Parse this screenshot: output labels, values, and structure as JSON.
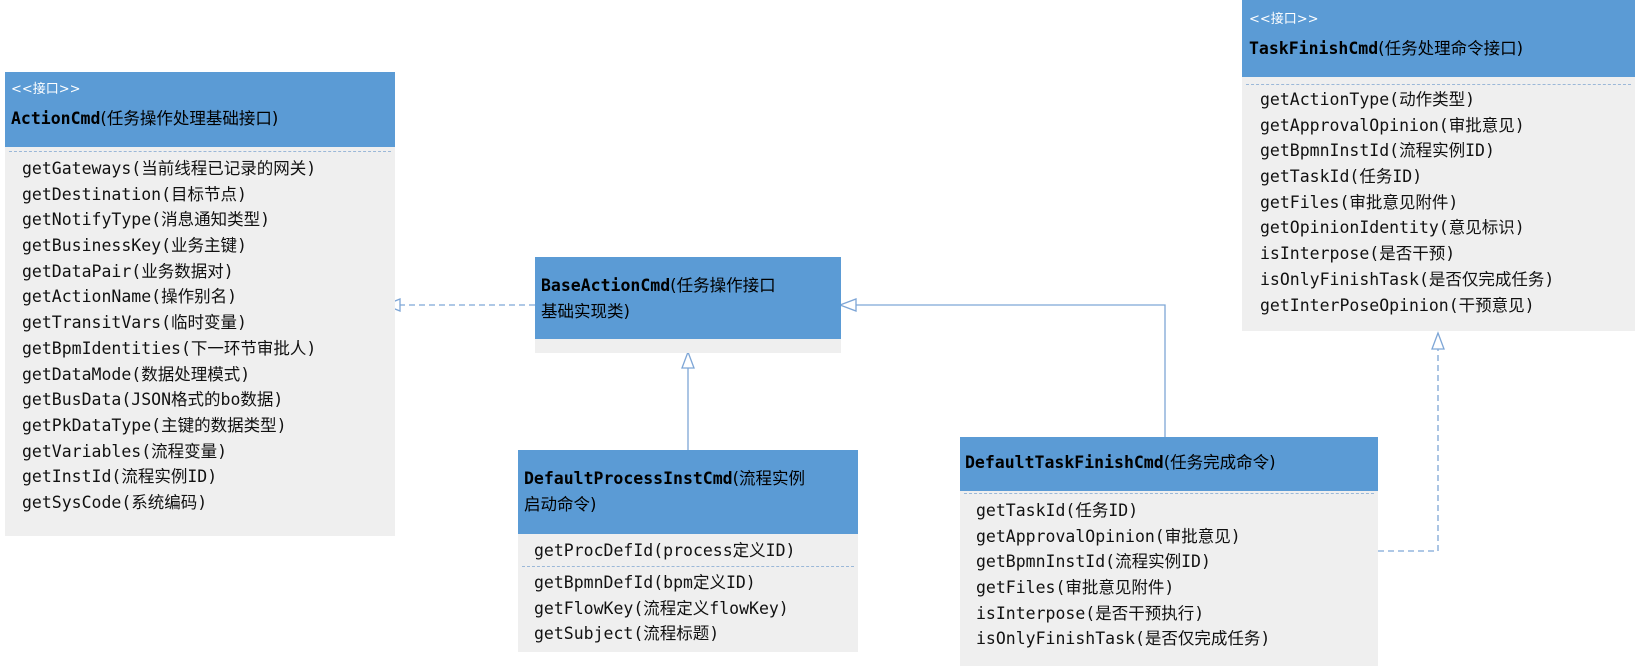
{
  "classes": {
    "action_cmd": {
      "stereotype": "<<接口>>",
      "name": "ActionCmd",
      "desc": "(任务操作处理基础接口)",
      "methods": [
        "getGateways(当前线程已记录的网关)",
        "getDestination(目标节点)",
        "getNotifyType(消息通知类型)",
        "getBusinessKey(业务主键)",
        "getDataPair(业务数据对)",
        "getActionName(操作别名)",
        "getTransitVars(临时变量)",
        "getBpmIdentities(下一环节审批人)",
        "getDataMode(数据处理模式)",
        "getBusData(JSON格式的bo数据)",
        "getPkDataType(主键的数据类型)",
        "getVariables(流程变量)",
        "getInstId(流程实例ID)",
        "getSysCode(系统编码)"
      ]
    },
    "base_action_cmd": {
      "name": "BaseActionCmd",
      "desc_line1": "(任务操作接口",
      "desc_line2": "基础实现类)"
    },
    "default_process_inst_cmd": {
      "name": "DefaultProcessInstCmd",
      "desc_line1": "(流程实例",
      "desc_line2": "启动命令)",
      "section1": [
        "getProcDefId(process定义ID)"
      ],
      "section2": [
        "getBpmnDefId(bpm定义ID)",
        "getFlowKey(流程定义flowKey)",
        "getSubject(流程标题)"
      ]
    },
    "default_task_finish_cmd": {
      "name": "DefaultTaskFinishCmd",
      "desc": "(任务完成命令)",
      "methods": [
        "getTaskId(任务ID)",
        "getApprovalOpinion(审批意见)",
        "getBpmnInstId(流程实例ID)",
        "getFiles(审批意见附件)",
        "isInterpose(是否干预执行)",
        "isOnlyFinishTask(是否仅完成任务)"
      ]
    },
    "task_finish_cmd": {
      "stereotype": "<<接口>>",
      "name": "TaskFinishCmd",
      "desc": "(任务处理命令接口)",
      "methods": [
        "getActionType(动作类型)",
        "getApprovalOpinion(审批意见)",
        "getBpmnInstId(流程实例ID)",
        "getTaskId(任务ID)",
        "getFiles(审批意见附件)",
        "getOpinionIdentity(意见标识)",
        "isInterpose(是否干预)",
        "isOnlyFinishTask(是否仅完成任务)",
        "getInterPoseOpinion(干预意见)"
      ]
    }
  },
  "colors": {
    "header": "#5b9bd5",
    "body": "#efefef",
    "connector": "#7ea6d6"
  }
}
